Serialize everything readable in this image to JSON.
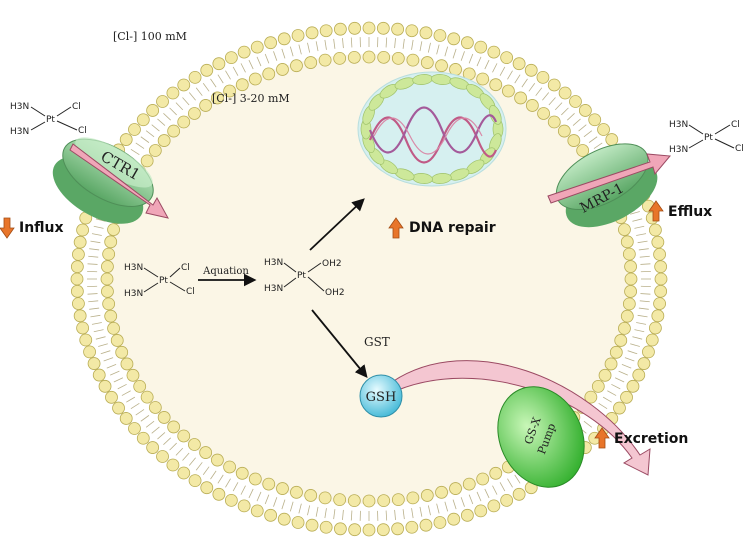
{
  "compartments": {
    "extracellular_cl": "[Cl-] 100 mM",
    "intracellular_cl": "[Cl-] 3-20 mM"
  },
  "transporters": {
    "ctr1": "CTR1",
    "mrp1": "MRP-1",
    "gsx_pump_line1": "GS-X",
    "gsx_pump_line2": "Pump"
  },
  "molecules": {
    "gsh": "GSH",
    "nh3": "H3N",
    "pt": "Pt",
    "cl": "Cl",
    "oh2": "OH2"
  },
  "processes": {
    "aquation": "Aquation",
    "gst": "GST"
  },
  "effects": {
    "influx": "Influx",
    "efflux": "Efflux",
    "dna_repair": "DNA repair",
    "excretion": "Excretion"
  },
  "colors": {
    "membrane_head": "#f3e9a6",
    "membrane_head_stroke": "#b9ad55",
    "cytoplasm": "#fbf6e6",
    "transporter": "#8fcf96",
    "arrow_pink": "#f0a6b8",
    "up_down_arrow": "#e8752a",
    "nucleus_fill": "#d6f0f0",
    "nucleus_bead": "#cde89a",
    "gsh_fill": "#7fd6ea",
    "gsx_fill": "#5fd35a"
  }
}
